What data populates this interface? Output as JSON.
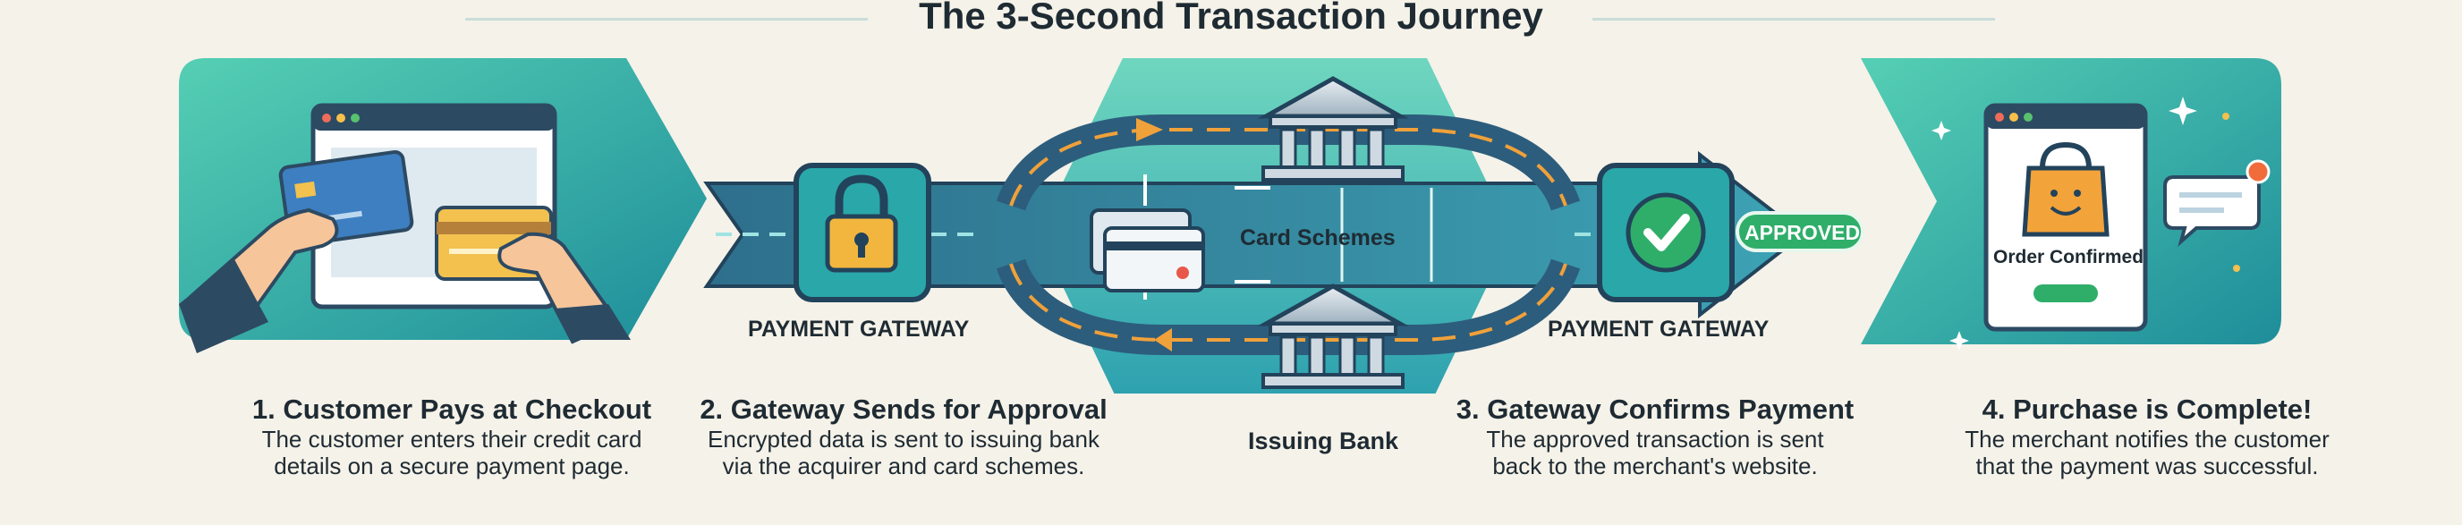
{
  "title": "The 3-Second Transaction Journey",
  "colors": {
    "teal_dark": "#1d7f8f",
    "teal": "#2fb3a7",
    "teal_light": "#5fd3b9",
    "navy": "#2d4a63",
    "orange": "#f0a13a",
    "green": "#2fae6a",
    "background": "#f5f2e9"
  },
  "diagram": {
    "gateway_left_label": "PAYMENT GATEWAY",
    "gateway_right_label": "PAYMENT GATEWAY",
    "card_schemes_label": "Card Schemes",
    "issuing_bank_label": "Issuing Bank",
    "approved_badge": "APPROVED",
    "order_confirmed": "Order Confirmed"
  },
  "steps": [
    {
      "heading": "1. Customer Pays at Checkout",
      "line1": "The customer enters their credit card",
      "line2": "details on a secure payment page."
    },
    {
      "heading": "2. Gateway Sends for Approval",
      "line1": "Encrypted data is sent to issuing bank",
      "line2": "via the acquirer and card schemes."
    },
    {
      "heading": "3. Gateway Confirms Payment",
      "line1": "The approved transaction is sent",
      "line2": "back to the merchant's website."
    },
    {
      "heading": "4. Purchase is Complete!",
      "line1": "The merchant notifies the customer",
      "line2": "that the payment was successful."
    }
  ],
  "icons": [
    "browser-window-icon",
    "credit-card-icon",
    "hand-icon",
    "padlock-icon",
    "bank-building-icon",
    "checkmark-icon",
    "shopping-bag-icon",
    "chat-bubble-icon",
    "notification-dot-icon",
    "sparkle-icon"
  ]
}
